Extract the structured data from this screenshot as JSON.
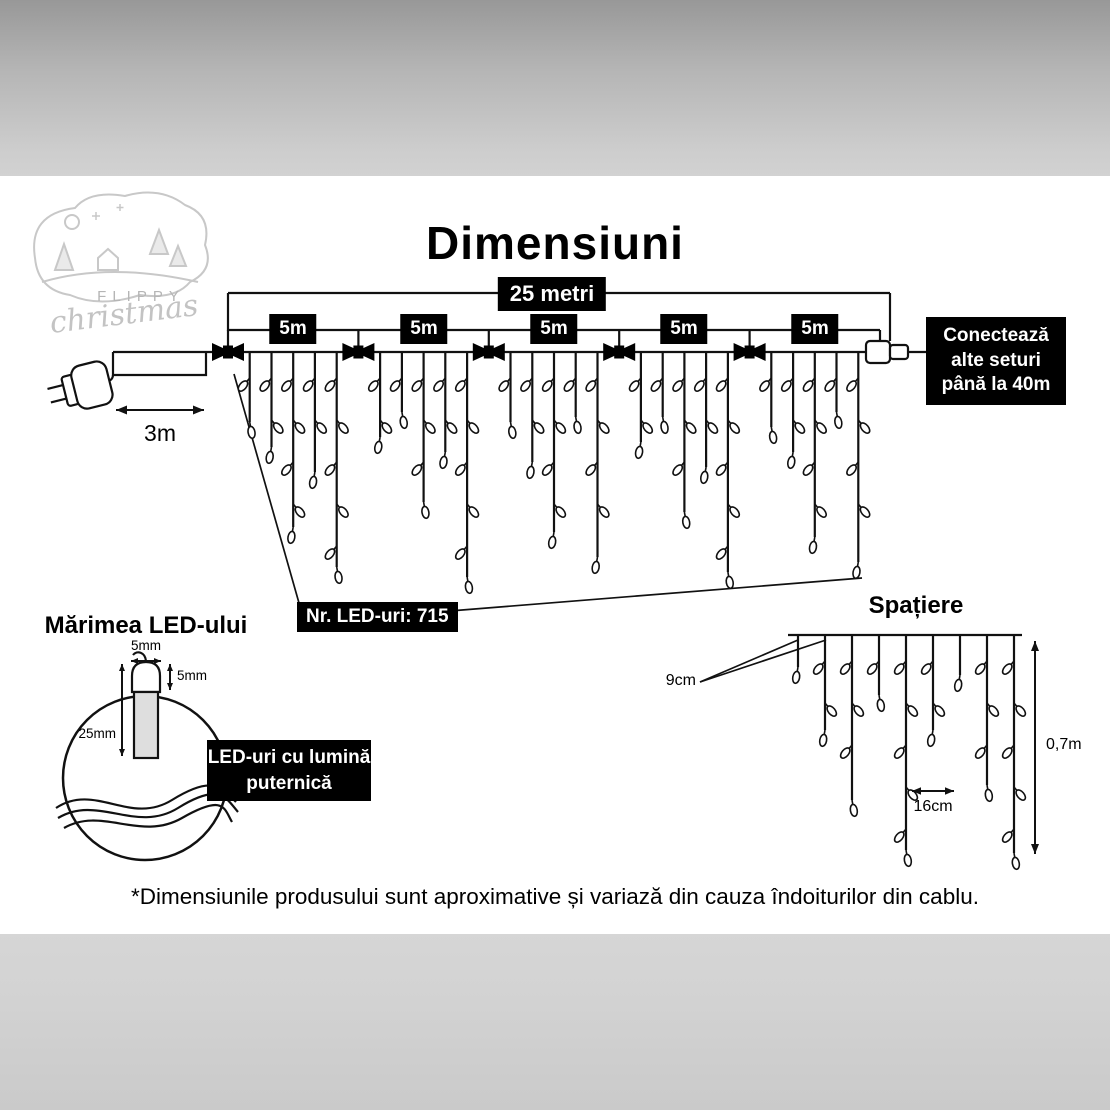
{
  "colors": {
    "box_bg": "#000000",
    "box_text": "#ffffff",
    "line": "#111111",
    "sketch_gray": "#c8c8c8"
  },
  "logo": {
    "brand": "FLIPPY",
    "script": "christmas"
  },
  "title": "Dimensiuni",
  "main_diagram": {
    "total_length_label": "25 metri",
    "segment_labels": [
      "5m",
      "5m",
      "5m",
      "5m",
      "5m"
    ],
    "lead_length_label": "3m",
    "extend_note": "Conectează alte seturi până la 40m",
    "led_count_label": "Nr. LED-uri: 715"
  },
  "led_size": {
    "heading": "Mărimea LED-ului",
    "bulb_width_label": "5mm",
    "cap_height_label": "5mm",
    "bulb_height_label": "25mm",
    "note": "LED-uri cu lumină puternică"
  },
  "spacing": {
    "heading": "Spațiere",
    "drop_gap_label": "9cm",
    "bulb_gap_label": "16cm",
    "drop_length_label": "0,7m"
  },
  "footer_note": "*Dimensiunile produsului sunt aproximative și variază din cauza îndoiturilor din cablu."
}
